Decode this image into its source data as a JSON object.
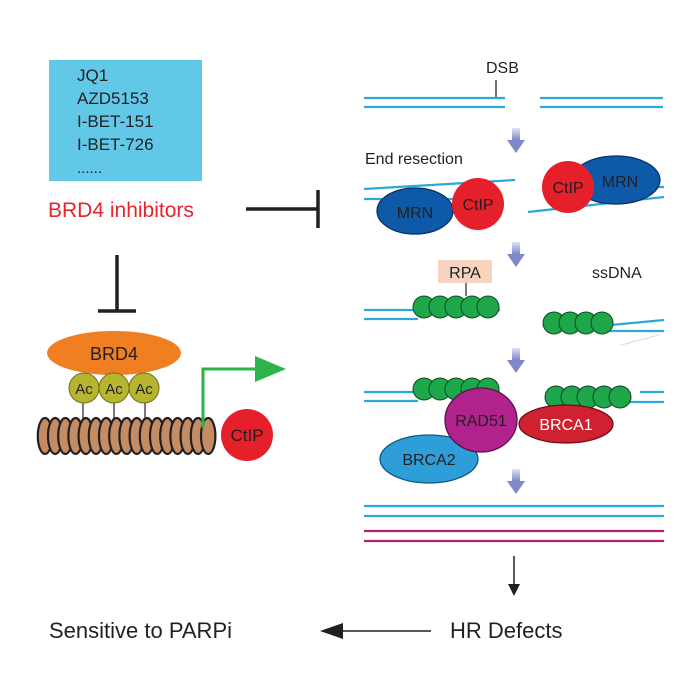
{
  "inhibitors": {
    "items": [
      "JQ1",
      "AZD5153",
      "I-BET-151",
      "I-BET-726",
      "......"
    ],
    "label": "BRD4 inhibitors"
  },
  "promoter": {
    "brd4_label": "BRD4",
    "acetyl_label": "Ac",
    "ctip_label": "CtIP"
  },
  "pathway": {
    "dsb_label": "DSB",
    "end_resection_label": "End resection",
    "mrn_label": "MRN",
    "ctip_label": "CtIP",
    "rpa_label": "RPA",
    "ssdna_label": "ssDNA",
    "rad51_label": "RAD51",
    "brca1_label": "BRCA1",
    "brca2_label": "BRCA2"
  },
  "outcome": {
    "hr_defects_label": "HR Defects",
    "parpi_label": "Sensitive to PARPi"
  },
  "colors": {
    "inhibitor_box": "#62c8e8",
    "inhibitor_text": "#e8232b",
    "dna_strand": "#2aa8d9",
    "mrn": "#0f5aa8",
    "ctip": "#e5202a",
    "rpa_bead": "#1ea64a",
    "rpa_tag": "#f6d3be",
    "rad51": "#b0238c",
    "brca1": "#d02130",
    "brca2": "#2d9ed8",
    "brd4": "#f07f22",
    "acetyl": "#b7b52e",
    "nucleosome": "#c48c63",
    "transcription_arrow": "#2db34a",
    "flow_arrow": "#8a93cc",
    "product_strand": "#b0216e"
  }
}
